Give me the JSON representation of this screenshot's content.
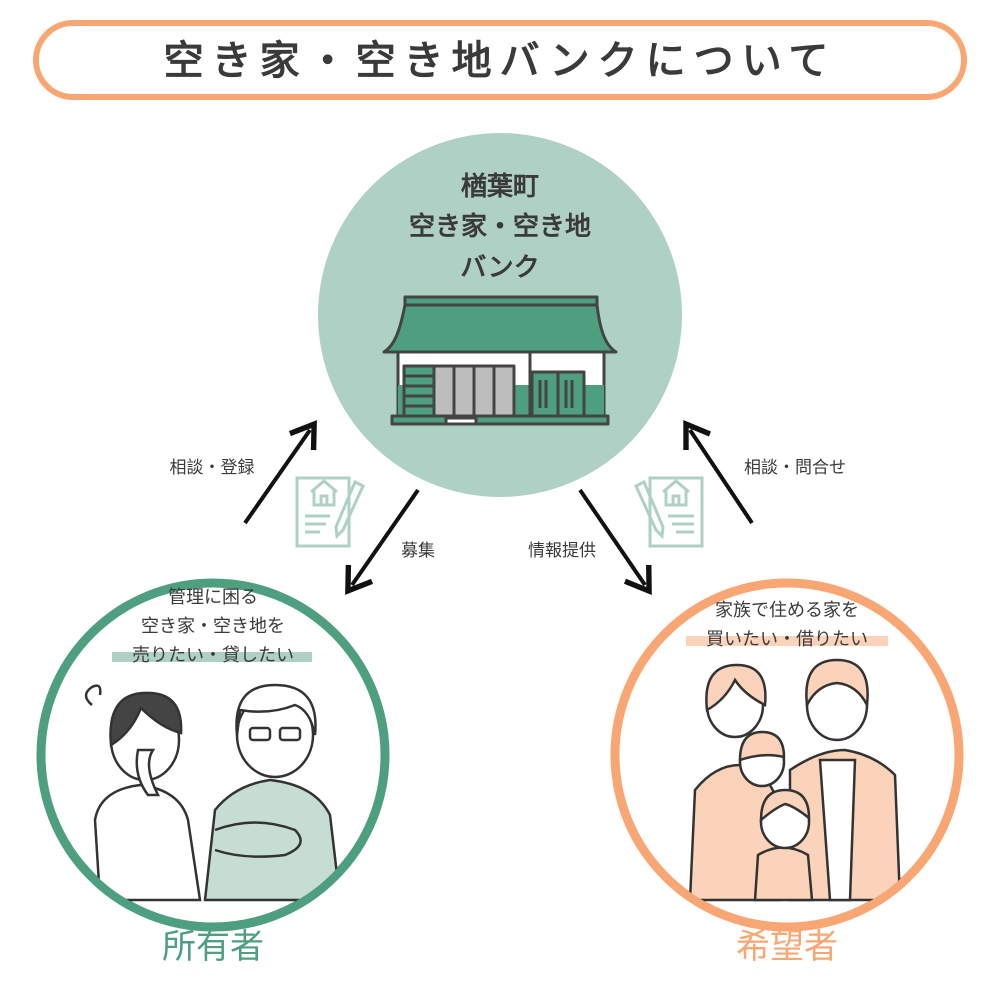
{
  "title": "空き家・空き地バンクについて",
  "center": {
    "line1": "楢葉町",
    "line2": "空き家・空き地",
    "line3": "バンク",
    "icon": "japanese-house-icon"
  },
  "owner": {
    "line1": "管理に困る",
    "line2": "空き家・空き地を",
    "line3": "売りたい・貸したい",
    "label": "所有者"
  },
  "seeker": {
    "line1": "家族で住める家を",
    "line2": "買いたい・借りたい",
    "label": "希望者"
  },
  "arrows": {
    "owner_to_bank": "相談・登録",
    "bank_to_owner": "募集",
    "bank_to_seeker": "情報提供",
    "seeker_to_bank": "相談・問合せ"
  },
  "colors": {
    "orange": "#F8A774",
    "green": "#4E9E80",
    "light_green": "#AFD0C5",
    "light_orange": "#FBD3BA",
    "text": "#333333"
  }
}
